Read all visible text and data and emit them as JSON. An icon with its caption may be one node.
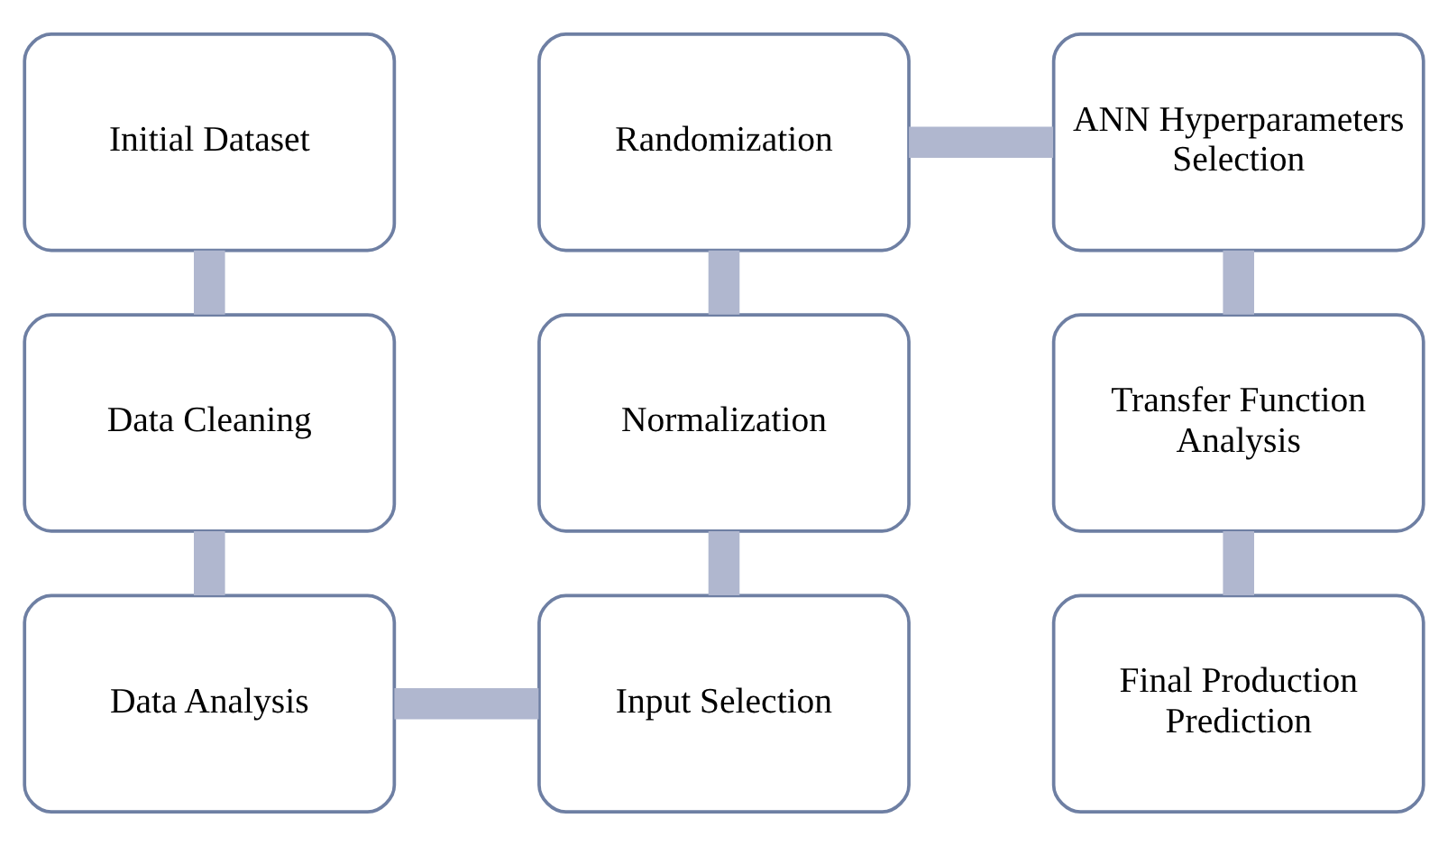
{
  "diagram": {
    "nodes": [
      {
        "text": [
          "Initial Dataset"
        ]
      },
      {
        "text": [
          "Data Cleaning"
        ]
      },
      {
        "text": [
          "Data Analysis"
        ]
      },
      {
        "text": [
          "Input Selection"
        ]
      },
      {
        "text": [
          "Normalization"
        ]
      },
      {
        "text": [
          "Randomization"
        ]
      },
      {
        "text": [
          "ANN Hyperparameters Selection"
        ]
      },
      {
        "text": [
          "Transfer Function Analysis"
        ]
      },
      {
        "text": [
          "Final Production Prediction"
        ]
      }
    ],
    "edges": [
      {
        "from": 0,
        "to": 1,
        "arrow": "none"
      },
      {
        "from": 1,
        "to": 2,
        "arrow": "none"
      },
      {
        "from": 2,
        "to": 3,
        "arrow": "none"
      },
      {
        "from": 3,
        "to": 4,
        "arrow": "none"
      },
      {
        "from": 4,
        "to": 5,
        "arrow": "none"
      },
      {
        "from": 5,
        "to": 6,
        "arrow": "none"
      },
      {
        "from": 6,
        "to": 7,
        "arrow": "none"
      },
      {
        "from": 7,
        "to": 8,
        "arrow": "none"
      }
    ]
  }
}
